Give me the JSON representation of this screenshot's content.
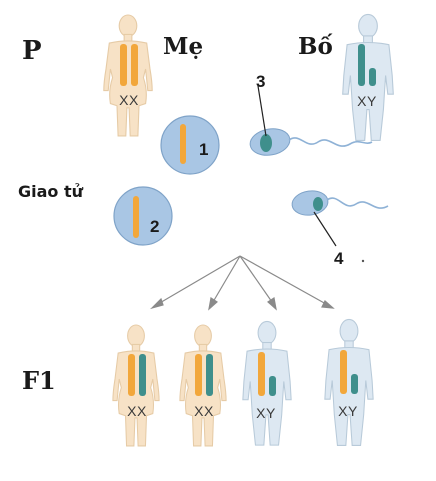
{
  "labels": {
    "p": "P",
    "mother": "Mẹ",
    "father": "Bố",
    "gamete": "Giao tử",
    "f1": "F1"
  },
  "parents": {
    "mother_karyotype": "XX",
    "father_karyotype": "XY"
  },
  "gametes": {
    "egg_1": "1",
    "egg_2": "2",
    "sperm_3": "3",
    "sperm_4": "4"
  },
  "offspring": [
    {
      "sex": "female",
      "karyotype": "XX"
    },
    {
      "sex": "female",
      "karyotype": "XX"
    },
    {
      "sex": "male",
      "karyotype": "XY"
    },
    {
      "sex": "male",
      "karyotype": "XY"
    }
  ],
  "colors": {
    "female_body": "#f7e2c6",
    "male_body": "#dde8f2",
    "x_chromosome": "#f2a73b",
    "y_chromosome": "#3f8f8c",
    "cell_fill": "#a9c6e4"
  }
}
